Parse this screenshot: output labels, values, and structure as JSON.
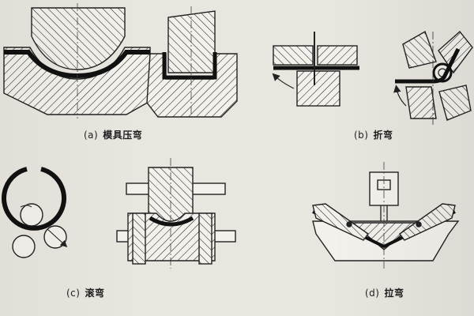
{
  "panels": {
    "a": {
      "label": "(a)",
      "title": "模具压弯"
    },
    "b": {
      "label": "(b)",
      "title": "折弯"
    },
    "c": {
      "label": "(c)",
      "title": "滚弯"
    },
    "d": {
      "label": "(d)",
      "title": "拉弯"
    }
  },
  "colors": {
    "paper": "#e9e6e0",
    "ink": "#1d1d1d"
  }
}
